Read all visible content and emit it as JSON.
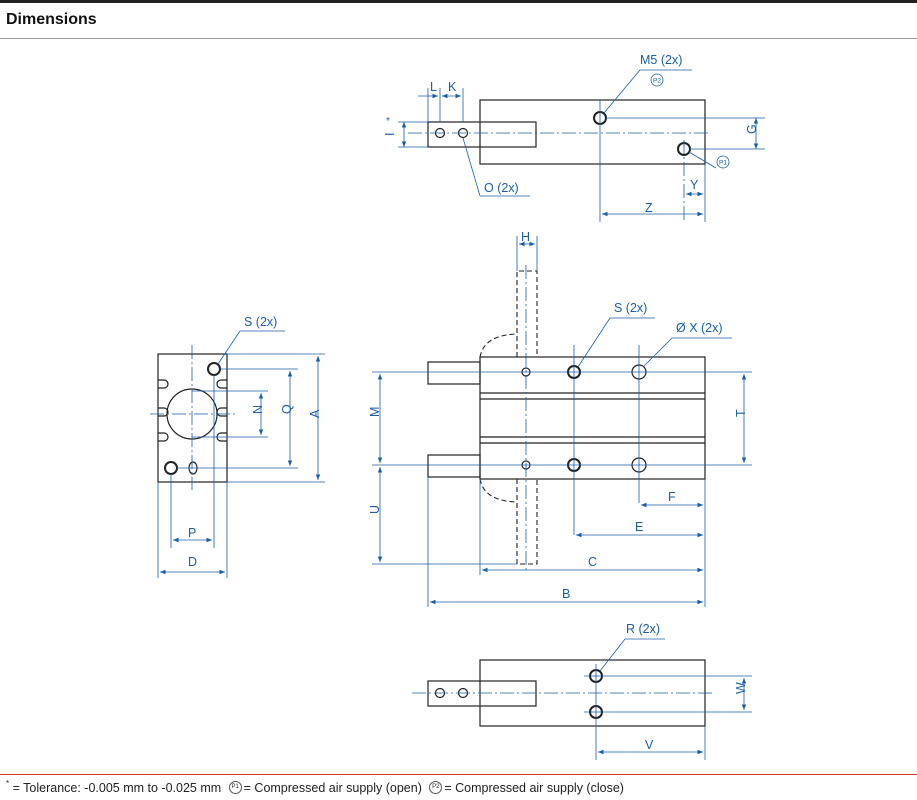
{
  "header": {
    "title": "Dimensions"
  },
  "top_view": {
    "labels": {
      "L": "L",
      "K": "K",
      "I": "I",
      "star": "*",
      "m5": "M5 (2x)",
      "p2": "P2",
      "p1": "P1",
      "o": "O (2x)",
      "g": "G",
      "y": "Y",
      "z": "Z"
    }
  },
  "end_view": {
    "labels": {
      "s": "S (2x)",
      "n": "N",
      "q": "Q",
      "a": "A",
      "p": "P",
      "d": "D"
    }
  },
  "front_view": {
    "labels": {
      "h": "H",
      "s": "S (2x)",
      "x": "Ø X (2x)",
      "m": "M",
      "t": "T",
      "u": "U",
      "f": "F",
      "e": "E",
      "c": "C",
      "b": "B"
    }
  },
  "bottom_view": {
    "labels": {
      "r": "R (2x)",
      "w": "W",
      "v": "V"
    }
  },
  "footer": {
    "star": "*",
    "tolerance": "= Tolerance: -0.005 mm to -0.025 mm",
    "p1_symbol": "P1",
    "p1_text": "= Compressed air supply (open)",
    "p2_symbol": "P2",
    "p2_text": "= Compressed air supply (close)"
  }
}
